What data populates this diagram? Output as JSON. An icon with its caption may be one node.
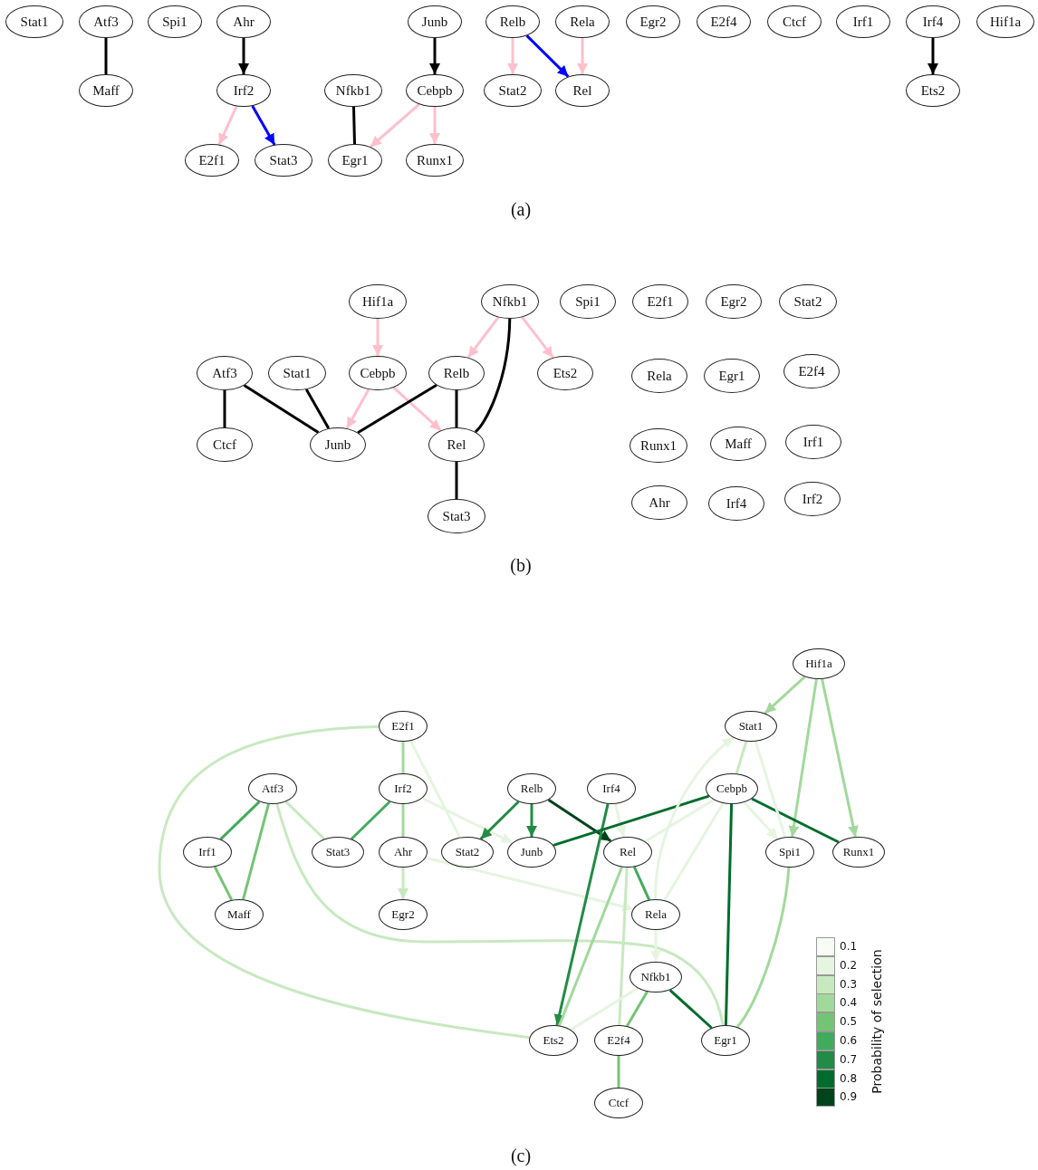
{
  "diagram": {
    "nodes": [
      {
        "text": [
          "Stat1"
        ]
      },
      {
        "text": [
          "Atf3"
        ]
      },
      {
        "text": [
          "Spi1"
        ]
      },
      {
        "text": [
          "Ahr"
        ]
      },
      {
        "text": [
          "Junb"
        ]
      },
      {
        "text": [
          "Relb"
        ]
      },
      {
        "text": [
          "Rela"
        ]
      },
      {
        "text": [
          "Egr2"
        ]
      },
      {
        "text": [
          "E2f4"
        ]
      },
      {
        "text": [
          "Ctcf"
        ]
      },
      {
        "text": [
          "Irf1"
        ]
      },
      {
        "text": [
          "Irf4"
        ]
      },
      {
        "text": [
          "Hif1a"
        ]
      },
      {
        "text": [
          "Maff"
        ]
      },
      {
        "text": [
          "Irf2"
        ]
      },
      {
        "text": [
          "Nfkb1"
        ]
      },
      {
        "text": [
          "Cebpb"
        ]
      },
      {
        "text": [
          "Stat2"
        ]
      },
      {
        "text": [
          "Rel"
        ]
      },
      {
        "text": [
          "Ets2"
        ]
      },
      {
        "text": [
          "E2f1"
        ]
      },
      {
        "text": [
          "Stat3"
        ]
      },
      {
        "text": [
          "Egr1"
        ]
      },
      {
        "text": [
          "Runx1"
        ]
      },
      {
        "text": [
          "Hif1a"
        ]
      },
      {
        "text": [
          "Nfkb1"
        ]
      },
      {
        "text": [
          "Spi1"
        ]
      },
      {
        "text": [
          "E2f1"
        ]
      },
      {
        "text": [
          "Egr2"
        ]
      },
      {
        "text": [
          "Stat2"
        ]
      },
      {
        "text": [
          "Atf3"
        ]
      },
      {
        "text": [
          "Stat1"
        ]
      },
      {
        "text": [
          "Cebpb"
        ]
      },
      {
        "text": [
          "Relb"
        ]
      },
      {
        "text": [
          "Ets2"
        ]
      },
      {
        "text": [
          "Rela"
        ]
      },
      {
        "text": [
          "Egr1"
        ]
      },
      {
        "text": [
          "E2f4"
        ]
      },
      {
        "text": [
          "Ctcf"
        ]
      },
      {
        "text": [
          "Junb"
        ]
      },
      {
        "text": [
          "Rel"
        ]
      },
      {
        "text": [
          "Runx1"
        ]
      },
      {
        "text": [
          "Maff"
        ]
      },
      {
        "text": [
          "Irf1"
        ]
      },
      {
        "text": [
          "Ahr"
        ]
      },
      {
        "text": [
          "Irf4"
        ]
      },
      {
        "text": [
          "Irf2"
        ]
      },
      {
        "text": [
          "Stat3"
        ]
      },
      {
        "text": [
          "Hif1a"
        ]
      },
      {
        "text": [
          "E2f1"
        ]
      },
      {
        "text": [
          "Stat1"
        ]
      },
      {
        "text": [
          "Atf3"
        ]
      },
      {
        "text": [
          "Irf2"
        ]
      },
      {
        "text": [
          "Relb"
        ]
      },
      {
        "text": [
          "Irf4"
        ]
      },
      {
        "text": [
          "Cebpb"
        ]
      },
      {
        "text": [
          "Irf1"
        ]
      },
      {
        "text": [
          "Stat3"
        ]
      },
      {
        "text": [
          "Ahr"
        ]
      },
      {
        "text": [
          "Stat2"
        ]
      },
      {
        "text": [
          "Junb"
        ]
      },
      {
        "text": [
          "Rel"
        ]
      },
      {
        "text": [
          "Spi1"
        ]
      },
      {
        "text": [
          "Runx1"
        ]
      },
      {
        "text": [
          "Maff"
        ]
      },
      {
        "text": [
          "Egr2"
        ]
      },
      {
        "text": [
          "Rela"
        ]
      },
      {
        "text": [
          "Nfkb1"
        ]
      },
      {
        "text": [
          "Ets2"
        ]
      },
      {
        "text": [
          "E2f4"
        ]
      },
      {
        "text": [
          "Egr1"
        ]
      },
      {
        "text": [
          "Ctcf"
        ]
      }
    ],
    "edges": [
      {
        "from": 1,
        "to": 13,
        "arrow": "none"
      },
      {
        "from": 3,
        "to": 14,
        "arrow": "to"
      },
      {
        "from": 14,
        "to": 20,
        "arrow": "to",
        "color": "#ffc0cb"
      },
      {
        "from": 14,
        "to": 21,
        "arrow": "to",
        "color": "#0000ff"
      },
      {
        "from": 15,
        "to": 22,
        "arrow": "none"
      },
      {
        "from": 4,
        "to": 16,
        "arrow": "to"
      },
      {
        "from": 16,
        "to": 22,
        "arrow": "to",
        "color": "#ffc0cb"
      },
      {
        "from": 16,
        "to": 23,
        "arrow": "to",
        "color": "#ffc0cb"
      },
      {
        "from": 5,
        "to": 17,
        "arrow": "to",
        "color": "#ffc0cb"
      },
      {
        "from": 5,
        "to": 18,
        "arrow": "to",
        "color": "#0000ff"
      },
      {
        "from": 6,
        "to": 18,
        "arrow": "to",
        "color": "#ffc0cb"
      },
      {
        "from": 11,
        "to": 19,
        "arrow": "to"
      },
      {
        "from": 24,
        "to": 32,
        "arrow": "to",
        "color": "#ffc0cb"
      },
      {
        "from": 25,
        "to": 33,
        "arrow": "to",
        "color": "#ffc0cb"
      },
      {
        "from": 25,
        "to": 34,
        "arrow": "to",
        "color": "#ffc0cb"
      },
      {
        "from": 25,
        "to": 40,
        "arrow": "none"
      },
      {
        "from": 30,
        "to": 38,
        "arrow": "none"
      },
      {
        "from": 30,
        "to": 39,
        "arrow": "none"
      },
      {
        "from": 31,
        "to": 39,
        "arrow": "none"
      },
      {
        "from": 32,
        "to": 39,
        "arrow": "to",
        "color": "#ffc0cb"
      },
      {
        "from": 32,
        "to": 40,
        "arrow": "to",
        "color": "#ffc0cb"
      },
      {
        "from": 33,
        "to": 39,
        "arrow": "none"
      },
      {
        "from": 33,
        "to": 40,
        "arrow": "none"
      },
      {
        "from": 40,
        "to": 47,
        "arrow": "none"
      },
      {
        "from": 48,
        "to": 50,
        "arrow": "to",
        "color": "#a1d99b"
      },
      {
        "from": 48,
        "to": 62,
        "arrow": "to",
        "color": "#a1d99b"
      },
      {
        "from": 48,
        "to": 63,
        "arrow": "to",
        "color": "#a1d99b"
      },
      {
        "from": 49,
        "to": 52,
        "arrow": "none",
        "color": "#a1d99b"
      },
      {
        "from": 49,
        "to": 68,
        "arrow": "none",
        "color": "#c7e9c0"
      },
      {
        "from": 49,
        "to": 59,
        "arrow": "none",
        "color": "#e5f5e0"
      },
      {
        "from": 51,
        "to": 56,
        "arrow": "none",
        "color": "#41ab5d"
      },
      {
        "from": 51,
        "to": 64,
        "arrow": "none",
        "color": "#74c476"
      },
      {
        "from": 51,
        "to": 57,
        "arrow": "none",
        "color": "#c7e9c0"
      },
      {
        "from": 51,
        "to": 70,
        "arrow": "none",
        "color": "#c7e9c0"
      },
      {
        "from": 52,
        "to": 57,
        "arrow": "none",
        "color": "#41ab5d"
      },
      {
        "from": 52,
        "to": 58,
        "arrow": "none",
        "color": "#a1d99b"
      },
      {
        "from": 52,
        "to": 60,
        "arrow": "to",
        "color": "#e5f5e0"
      },
      {
        "from": 58,
        "to": 65,
        "arrow": "to",
        "color": "#c7e9c0"
      },
      {
        "from": 58,
        "to": 66,
        "arrow": "to",
        "color": "#e5f5e0"
      },
      {
        "from": 56,
        "to": 64,
        "arrow": "none",
        "color": "#74c476"
      },
      {
        "from": 53,
        "to": 59,
        "arrow": "to",
        "color": "#238b45"
      },
      {
        "from": 53,
        "to": 60,
        "arrow": "to",
        "color": "#238b45"
      },
      {
        "from": 53,
        "to": 61,
        "arrow": "to",
        "color": "#00441b"
      },
      {
        "from": 54,
        "to": 68,
        "arrow": "to",
        "color": "#238b45"
      },
      {
        "from": 54,
        "to": 61,
        "arrow": "to",
        "color": "#e5f5e0"
      },
      {
        "from": 55,
        "to": 60,
        "arrow": "none",
        "color": "#006d2c"
      },
      {
        "from": 55,
        "to": 61,
        "arrow": "none",
        "color": "#e5f5e0"
      },
      {
        "from": 55,
        "to": 66,
        "arrow": "none",
        "color": "#e5f5e0"
      },
      {
        "from": 55,
        "to": 70,
        "arrow": "none",
        "color": "#006d2c"
      },
      {
        "from": 55,
        "to": 62,
        "arrow": "to",
        "color": "#e5f5e0"
      },
      {
        "from": 55,
        "to": 63,
        "arrow": "none",
        "color": "#006d2c"
      },
      {
        "from": 50,
        "to": 55,
        "arrow": "none",
        "color": "#c7e9c0"
      },
      {
        "from": 50,
        "to": 62,
        "arrow": "none",
        "color": "#e5f5e0"
      },
      {
        "from": 66,
        "to": 50,
        "arrow": "to",
        "color": "#e5f5e0"
      },
      {
        "from": 61,
        "to": 66,
        "arrow": "none",
        "color": "#41ab5d"
      },
      {
        "from": 61,
        "to": 68,
        "arrow": "none",
        "color": "#a1d99b"
      },
      {
        "from": 61,
        "to": 69,
        "arrow": "none",
        "color": "#c7e9c0"
      },
      {
        "from": 66,
        "to": 67,
        "arrow": "to",
        "color": "#e5f5e0"
      },
      {
        "from": 67,
        "to": 68,
        "arrow": "none",
        "color": "#e5f5e0"
      },
      {
        "from": 67,
        "to": 69,
        "arrow": "none",
        "color": "#74c476"
      },
      {
        "from": 67,
        "to": 70,
        "arrow": "none",
        "color": "#006d2c"
      },
      {
        "from": 69,
        "to": 71,
        "arrow": "none",
        "color": "#74c476"
      },
      {
        "from": 62,
        "to": 70,
        "arrow": "none",
        "color": "#a1d99b"
      }
    ],
    "labels": [
      "(a)",
      "(b)",
      "Probability of selection",
      "(c)"
    ],
    "legend": [
      {
        "text": "0.1",
        "color": "#f7fcf5"
      },
      {
        "text": "0.2",
        "color": "#e5f5e0"
      },
      {
        "text": "0.3",
        "color": "#c7e9c0"
      },
      {
        "text": "0.4",
        "color": "#a1d99b"
      },
      {
        "text": "0.5",
        "color": "#74c476"
      },
      {
        "text": "0.6",
        "color": "#41ab5d"
      },
      {
        "text": "0.7",
        "color": "#238b45"
      },
      {
        "text": "0.8",
        "color": "#006d2c"
      },
      {
        "text": "0.9",
        "color": "#00441b"
      }
    ]
  }
}
